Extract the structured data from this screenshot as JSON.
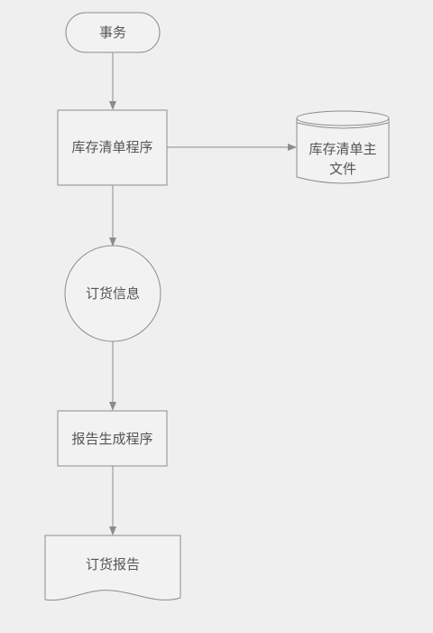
{
  "nodes": {
    "transaction": {
      "label": "事务"
    },
    "inventory_program": {
      "label": "库存清单程序"
    },
    "inventory_master_file": {
      "label_line1": "库存清单主",
      "label_line2": "文件"
    },
    "order_info": {
      "label": "订货信息"
    },
    "report_program": {
      "label": "报告生成程序"
    },
    "order_report": {
      "label": "订货报告"
    }
  }
}
